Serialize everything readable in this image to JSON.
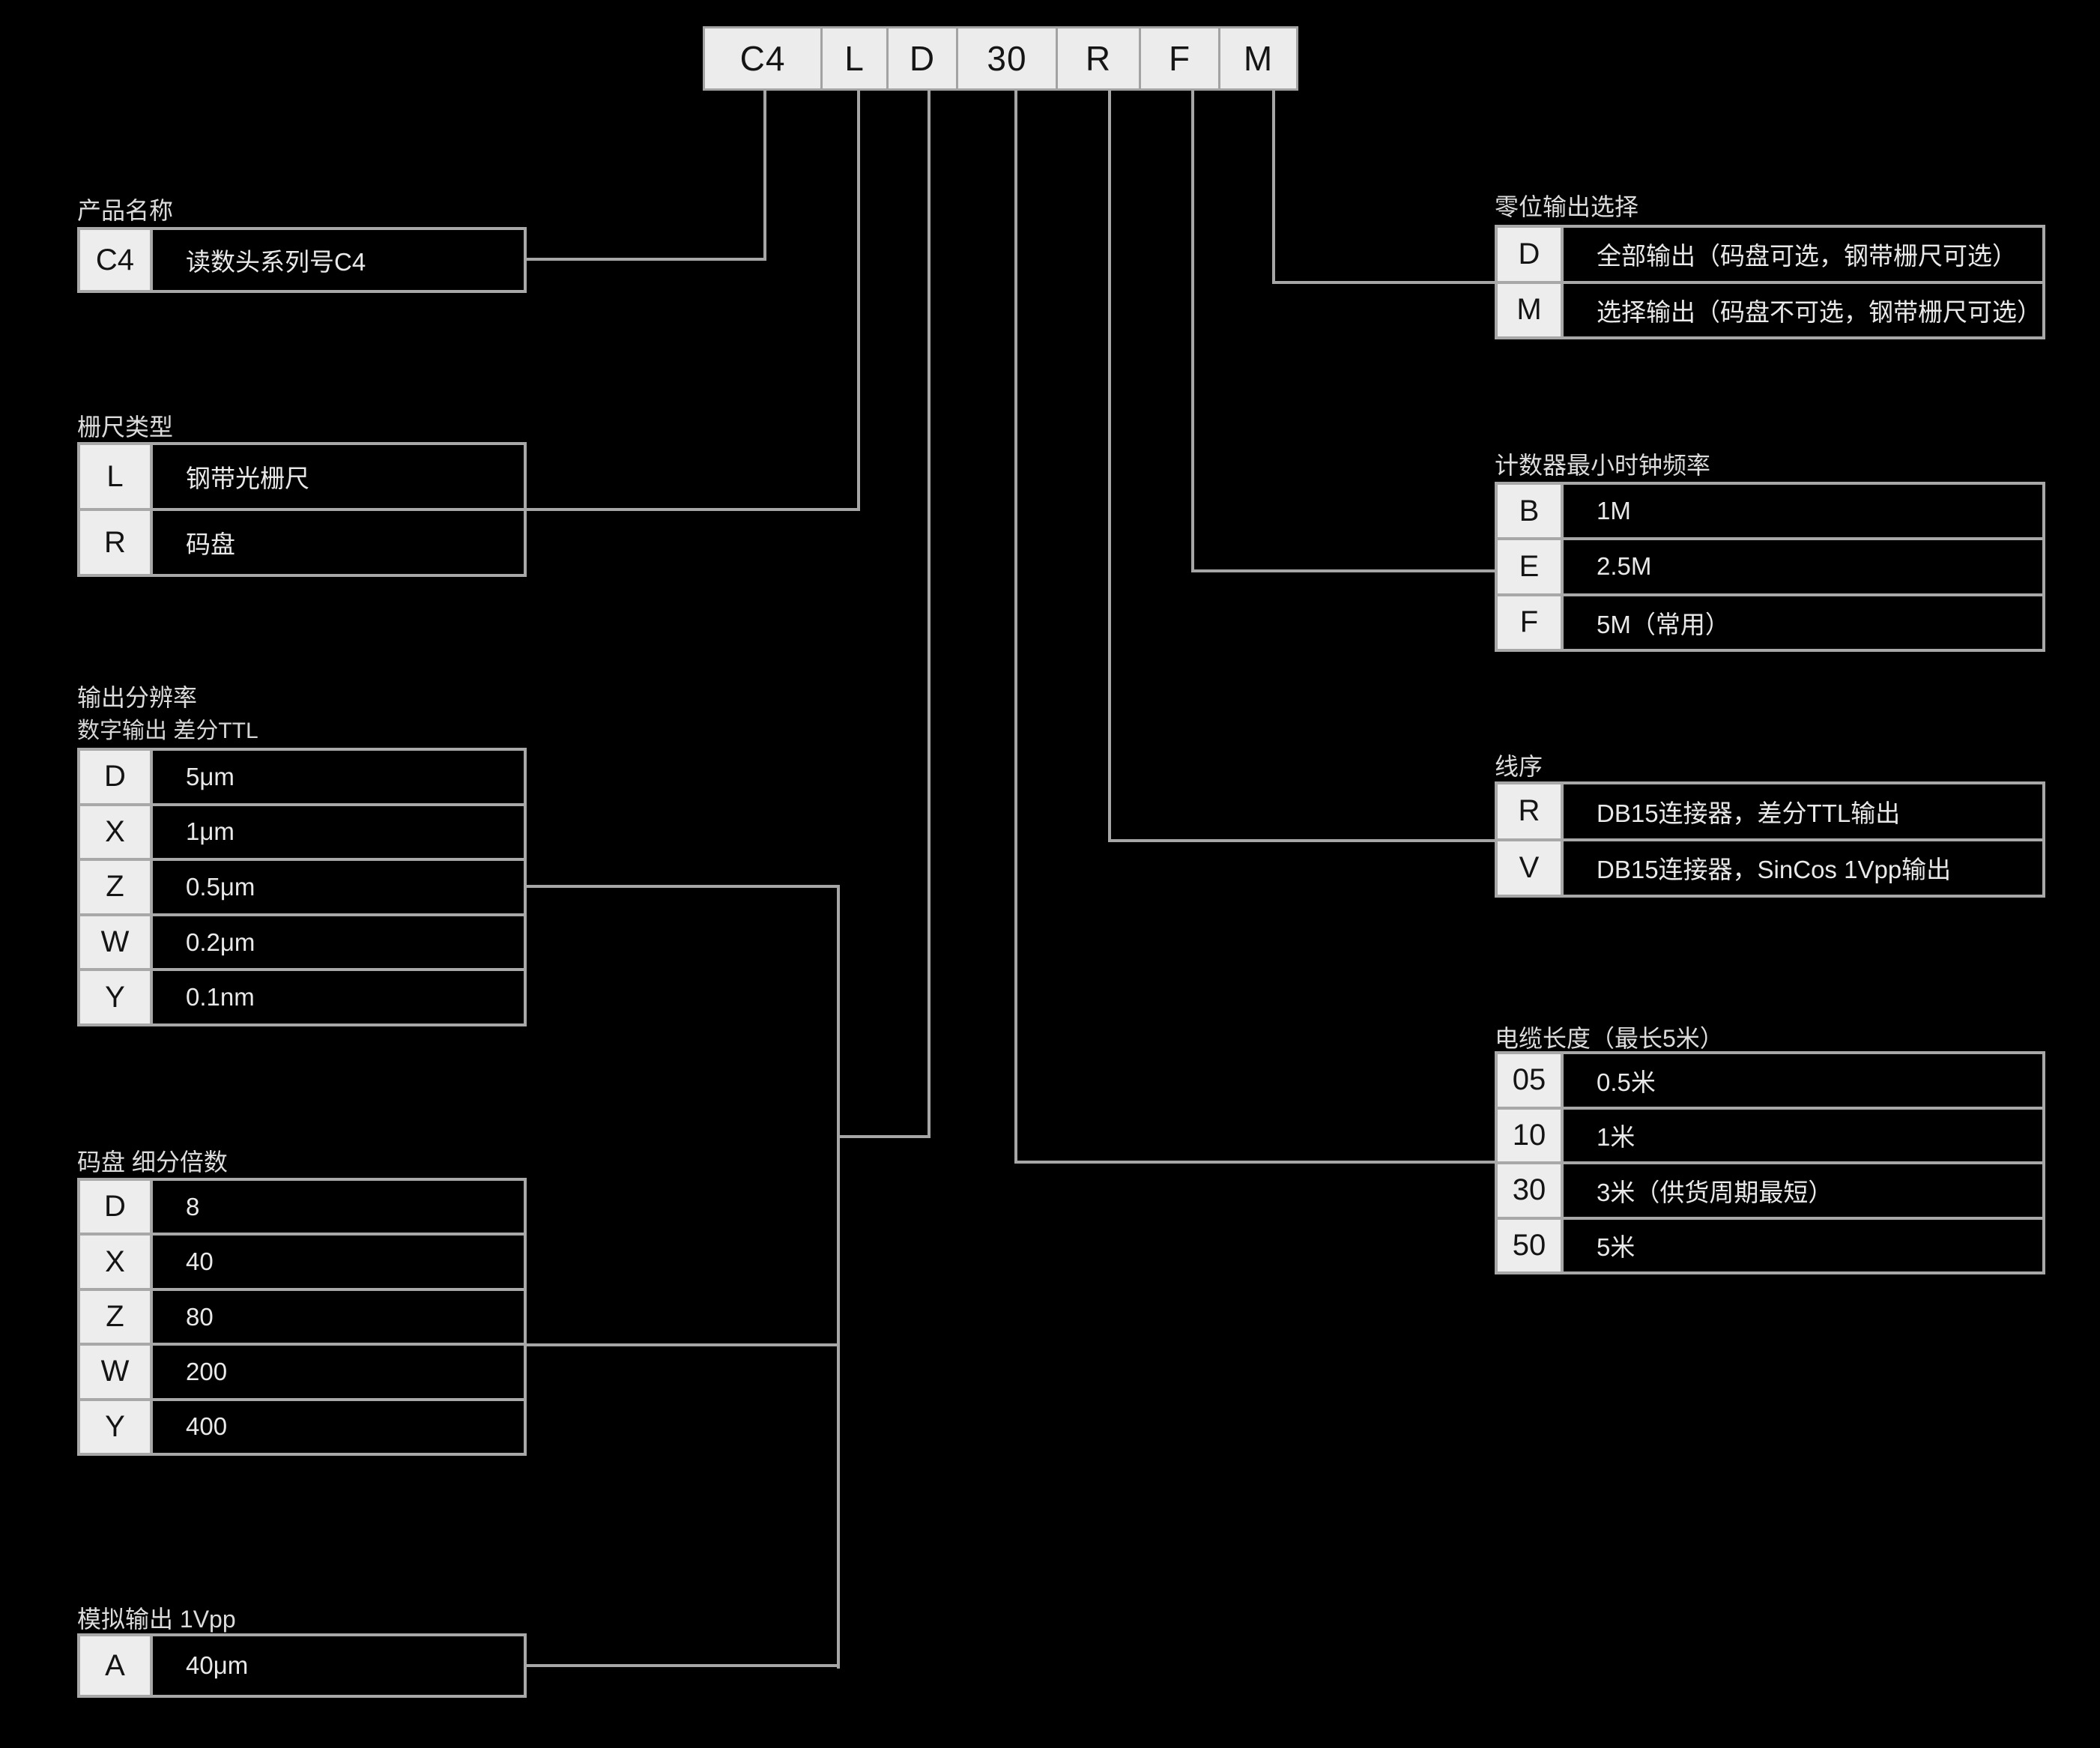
{
  "code": {
    "boxes": [
      "C4",
      "L",
      "D",
      "30",
      "R",
      "F",
      "M"
    ]
  },
  "sections": {
    "product_name": {
      "title": "产品名称",
      "rows": [
        {
          "code": "C4",
          "desc": "读数头系列号C4"
        }
      ]
    },
    "scale_type": {
      "title": "栅尺类型",
      "rows": [
        {
          "code": "L",
          "desc": "钢带光栅尺"
        },
        {
          "code": "R",
          "desc": "码盘"
        }
      ]
    },
    "output_resolution": {
      "title": "输出分辨率",
      "subtitle": "数字输出 差分TTL",
      "rows": [
        {
          "code": "D",
          "desc": "5μm"
        },
        {
          "code": "X",
          "desc": "1μm"
        },
        {
          "code": "Z",
          "desc": "0.5μm"
        },
        {
          "code": "W",
          "desc": "0.2μm"
        },
        {
          "code": "Y",
          "desc": "0.1nm"
        }
      ]
    },
    "disc_subdivision": {
      "title": "码盘 细分倍数",
      "rows": [
        {
          "code": "D",
          "desc": "8"
        },
        {
          "code": "X",
          "desc": "40"
        },
        {
          "code": "Z",
          "desc": "80"
        },
        {
          "code": "W",
          "desc": "200"
        },
        {
          "code": "Y",
          "desc": "400"
        }
      ]
    },
    "analog_output": {
      "title": "模拟输出 1Vpp",
      "rows": [
        {
          "code": "A",
          "desc": "40μm"
        }
      ]
    },
    "zero_output": {
      "title": "零位输出选择",
      "rows": [
        {
          "code": "D",
          "desc": "全部输出（码盘可选，钢带栅尺可选）"
        },
        {
          "code": "M",
          "desc": "选择输出（码盘不可选，钢带栅尺可选）"
        }
      ]
    },
    "counter_min_clock": {
      "title": "计数器最小时钟频率",
      "rows": [
        {
          "code": "B",
          "desc": "1M"
        },
        {
          "code": "E",
          "desc": "2.5M"
        },
        {
          "code": "F",
          "desc": "5M（常用）"
        }
      ]
    },
    "wire_order": {
      "title": "线序",
      "rows": [
        {
          "code": "R",
          "desc": "DB15连接器，差分TTL输出"
        },
        {
          "code": "V",
          "desc": "DB15连接器，SinCos 1Vpp输出"
        }
      ]
    },
    "cable_length": {
      "title": "电缆长度（最长5米）",
      "rows": [
        {
          "code": "05",
          "desc": "0.5米"
        },
        {
          "code": "10",
          "desc": "1米"
        },
        {
          "code": "30",
          "desc": "3米（供货周期最短）"
        },
        {
          "code": "50",
          "desc": "5米"
        }
      ]
    }
  },
  "colors": {
    "background": "#000000",
    "line": "#a6a6a6",
    "table_border": "#a8a8a8",
    "code_box_fill": "#ececec",
    "code_text": "#151515",
    "value_text": "#e9e9e9",
    "title_text": "#dcdcdc"
  }
}
